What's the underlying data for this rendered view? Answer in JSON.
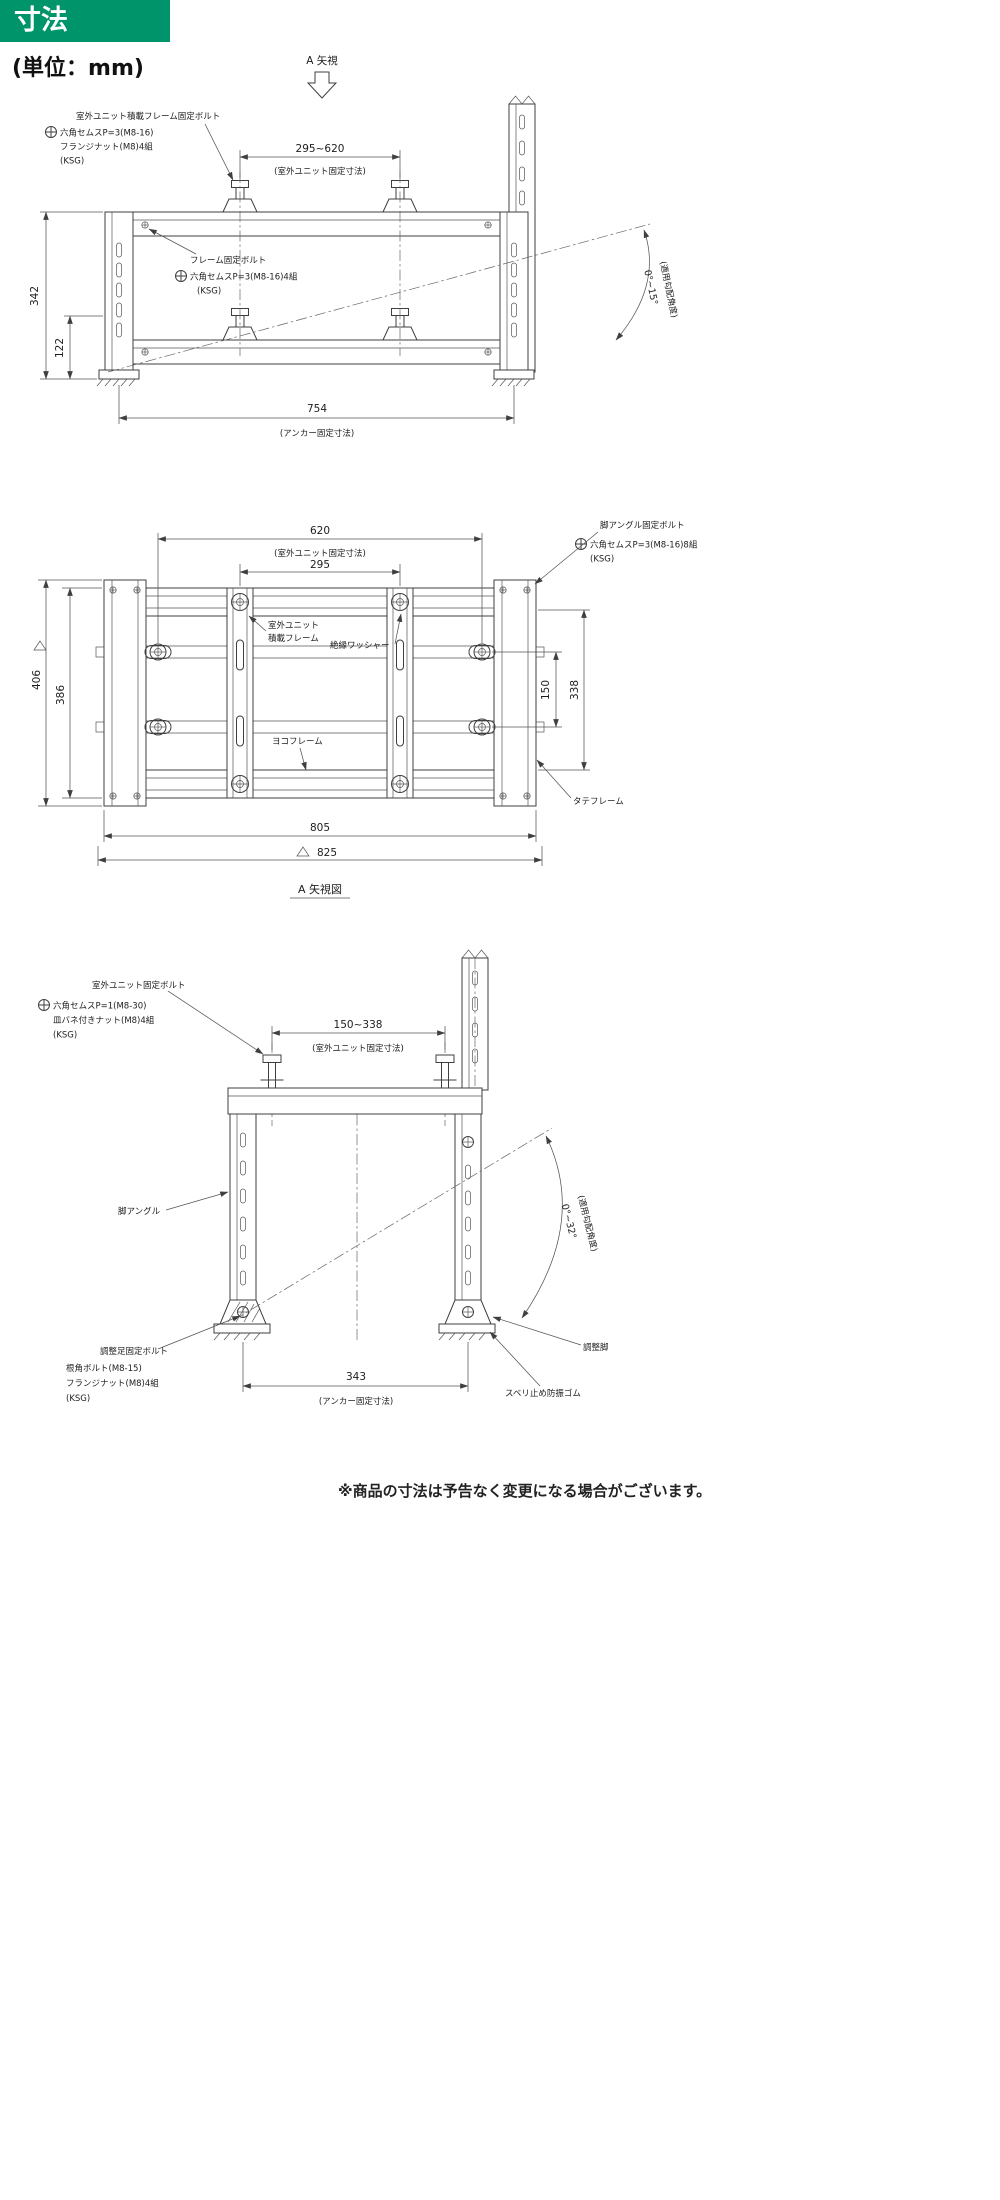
{
  "page": {
    "title": "寸法",
    "unit_label": "(単位：mm)",
    "footer_note": "※商品の寸法は予告なく変更になる場合がございます。"
  },
  "colors": {
    "banner_green": "#00946a",
    "line": "#3f3f3f"
  },
  "icons": {
    "cross_recess_bolt": "circle-plus",
    "revision_mark": "triangle",
    "view_arrow": "hollow-down-arrow"
  },
  "front_view": {
    "view_label": "A 矢視",
    "callout_mount_bolt": [
      "室外ユニット積載フレーム固定ボルト",
      "六角セムスP=3(M8-16)",
      "フランジナット(M8)4組",
      "(KSG)"
    ],
    "callout_frame_bolt": [
      "フレーム固定ボルト",
      "六角セムスP=3(M8-16)4組",
      "(KSG)"
    ],
    "dim_unit_width": "295~620",
    "dim_unit_width_note": "(室外ユニット固定寸法)",
    "dim_height": "342",
    "dim_lower_height": "122",
    "dim_anchor": "754",
    "dim_anchor_note": "(アンカー固定寸法)",
    "angle": "0°~15°",
    "angle_note": "(適用勾配角度)"
  },
  "plan_view": {
    "dim_width_620": "620",
    "dim_width_620_note": "(室外ユニット固定寸法)",
    "dim_width_295": "295",
    "callout_leg_bolt": [
      "脚アングル固定ボルト",
      "六角セムスP=3(M8-16)8組",
      "(KSG)"
    ],
    "label_unit_frame1": "室外ユニット",
    "label_unit_frame2": "積載フレーム",
    "label_washer": "絶縁ワッシャー",
    "label_yoko": "ヨコフレーム",
    "label_tate": "タテフレーム",
    "dim_406": "406",
    "dim_386": "386",
    "dim_150": "150",
    "dim_338": "338",
    "dim_805": "805",
    "dim_825": "825",
    "caption": "A 矢視図"
  },
  "side_view": {
    "callout_unit_bolt": [
      "室外ユニット固定ボルト",
      "六角セムスP=1(M8-30)",
      "皿バネ付きナット(M8)4組",
      "(KSG)"
    ],
    "dim_range": "150~338",
    "dim_range_note": "(室外ユニット固定寸法)",
    "label_leg": "脚アングル",
    "angle": "0°~32°",
    "angle_note": "(適用勾配角度)",
    "callout_foot_bolt": [
      "調整足固定ボルト",
      "根角ボルト(M8-15)",
      "フランジナット(M8)4組",
      "(KSG)"
    ],
    "label_adjust_foot": "調整脚",
    "label_rubber": "スベリ止め防振ゴム",
    "dim_anchor": "343",
    "dim_anchor_note": "(アンカー固定寸法)"
  }
}
